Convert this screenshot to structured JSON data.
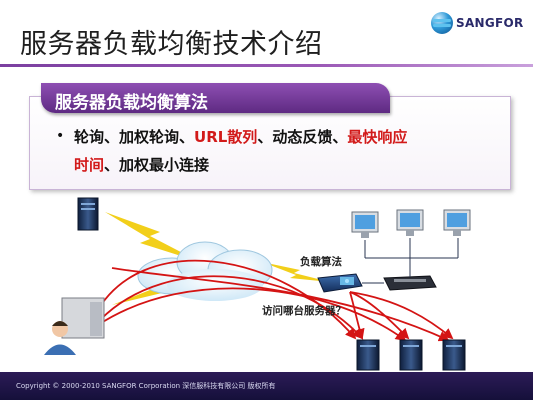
{
  "slide": {
    "title": "服务器负载均衡技术介绍",
    "logo_text": "SANGFOR",
    "banner": "服务器负载均衡算法",
    "bullet_symbol": "•",
    "methods": {
      "m1": "轮询、加权轮询、",
      "m2": "URL散列",
      "m3": "、动态反馈、",
      "m4": "最快响应",
      "m5": "时间",
      "m6": "、加权最小连接"
    },
    "diagram": {
      "algorithm_label": "负载算法",
      "question_label": "访问哪台服务器？"
    },
    "footer": "Copyright © 2000-2010 SANGFOR Corporation   深信服科技有限公司    版权所有"
  },
  "colors": {
    "accent_purple": "#6b2f91",
    "highlight_red": "#d21a1a",
    "footer_navy": "#1c1445"
  }
}
